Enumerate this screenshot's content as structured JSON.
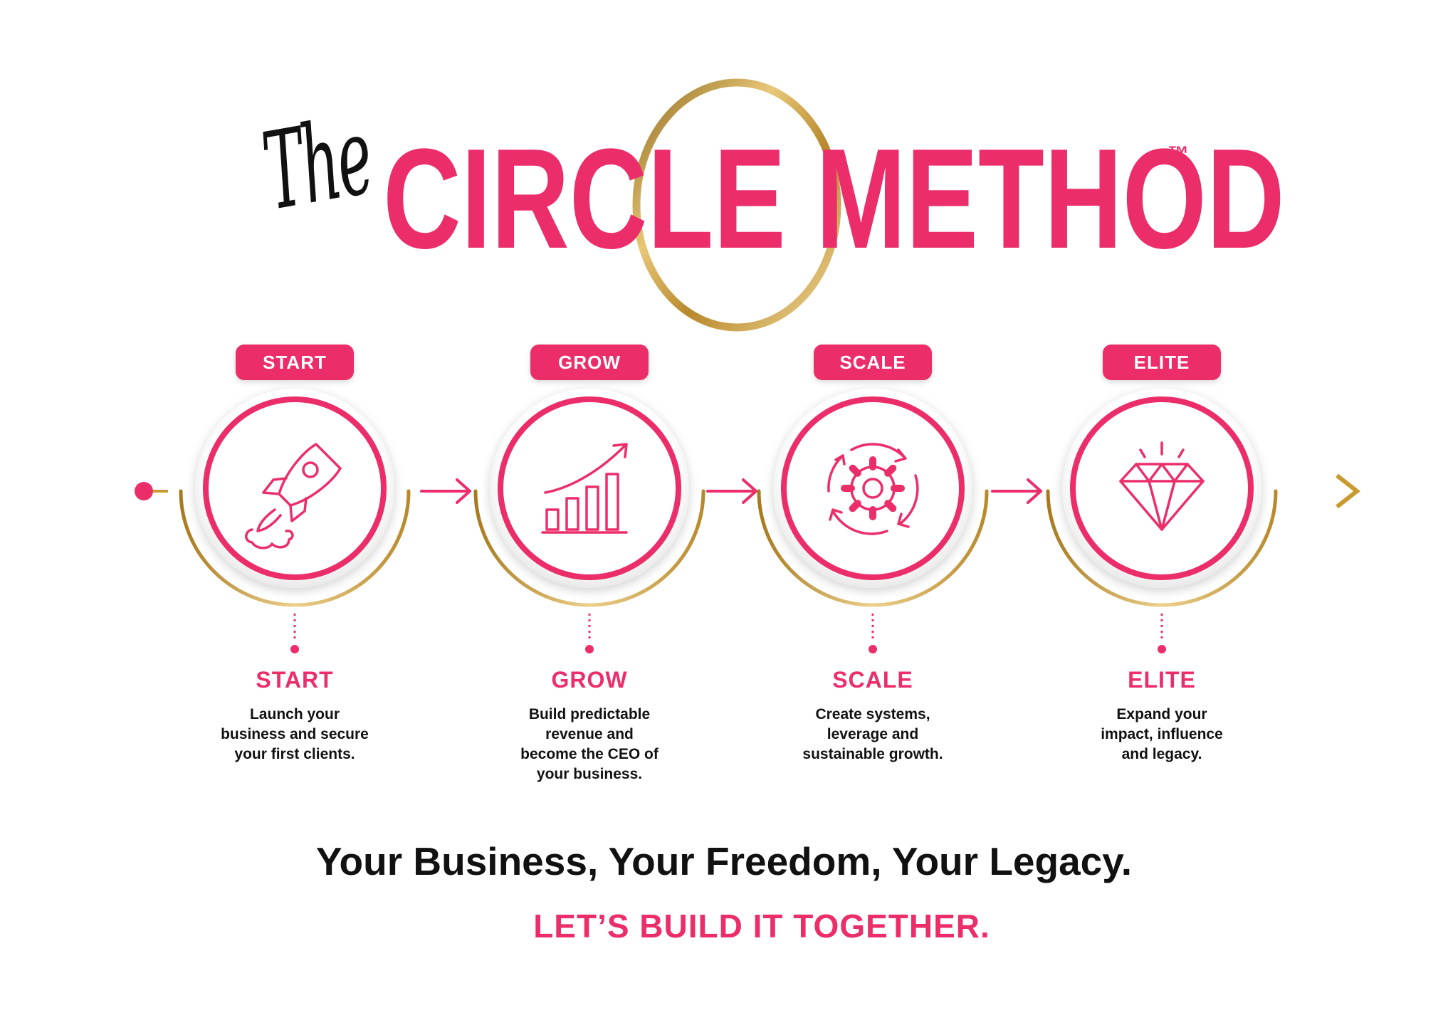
{
  "header": {
    "script_word": "The",
    "title": "CIRCLE METHOD",
    "trademark": "™"
  },
  "colors": {
    "brand_pink": "#EB2E6A",
    "gold": "#C99A2E",
    "dark": "#111111"
  },
  "steps": [
    {
      "pill": "START",
      "title": "START",
      "icon": "rocket-icon",
      "desc_lines": [
        "Launch your",
        "business and secure",
        "your first clients."
      ]
    },
    {
      "pill": "GROW",
      "title": "GROW",
      "icon": "growth-chart-icon",
      "desc_lines": [
        "Build predictable",
        "revenue and",
        "become the CEO of",
        "your business."
      ]
    },
    {
      "pill": "SCALE",
      "title": "SCALE",
      "icon": "gear-cycle-icon",
      "desc_lines": [
        "Create systems,",
        "leverage and",
        "sustainable growth."
      ]
    },
    {
      "pill": "ELITE",
      "title": "ELITE",
      "icon": "diamond-icon",
      "desc_lines": [
        "Expand your",
        "impact, influence",
        "and legacy."
      ]
    }
  ],
  "footer": {
    "tagline": "Your Business, Your Freedom, Your Legacy.",
    "cta": "LET’S BUILD IT TOGETHER."
  }
}
